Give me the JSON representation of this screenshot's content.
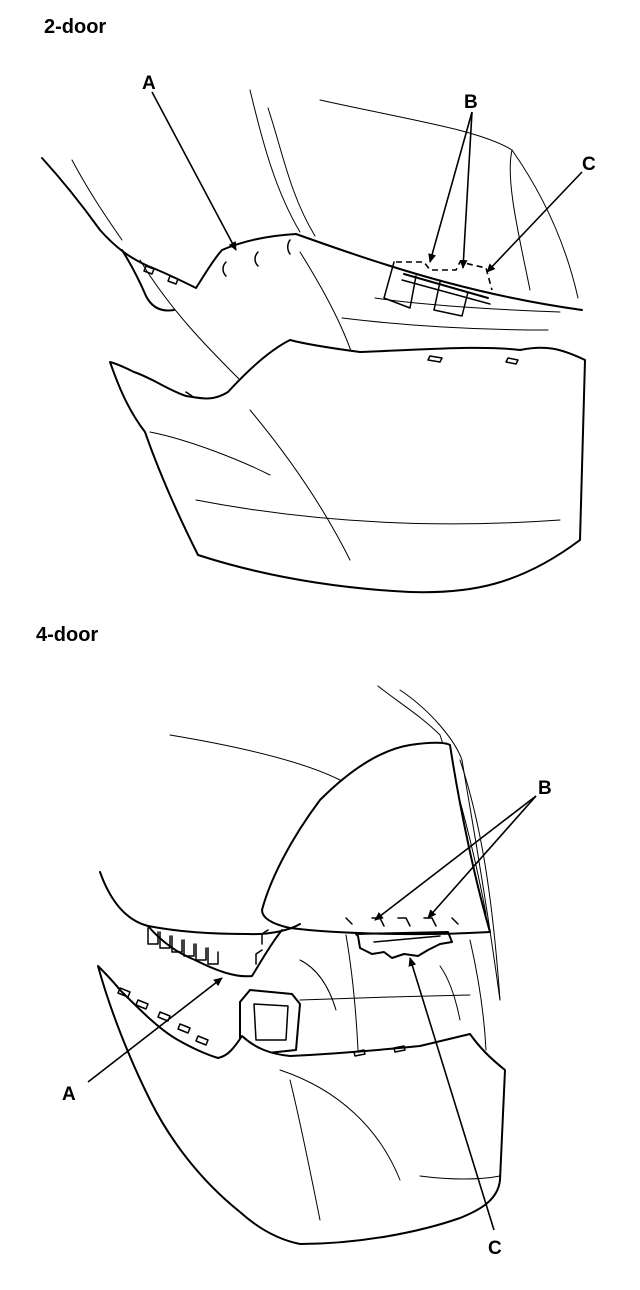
{
  "diagrams": [
    {
      "title": "2-door",
      "callouts": {
        "a": "A",
        "b": "B",
        "c": "C"
      }
    },
    {
      "title": "4-door",
      "callouts": {
        "a": "A",
        "b": "B",
        "c": "C"
      }
    }
  ]
}
